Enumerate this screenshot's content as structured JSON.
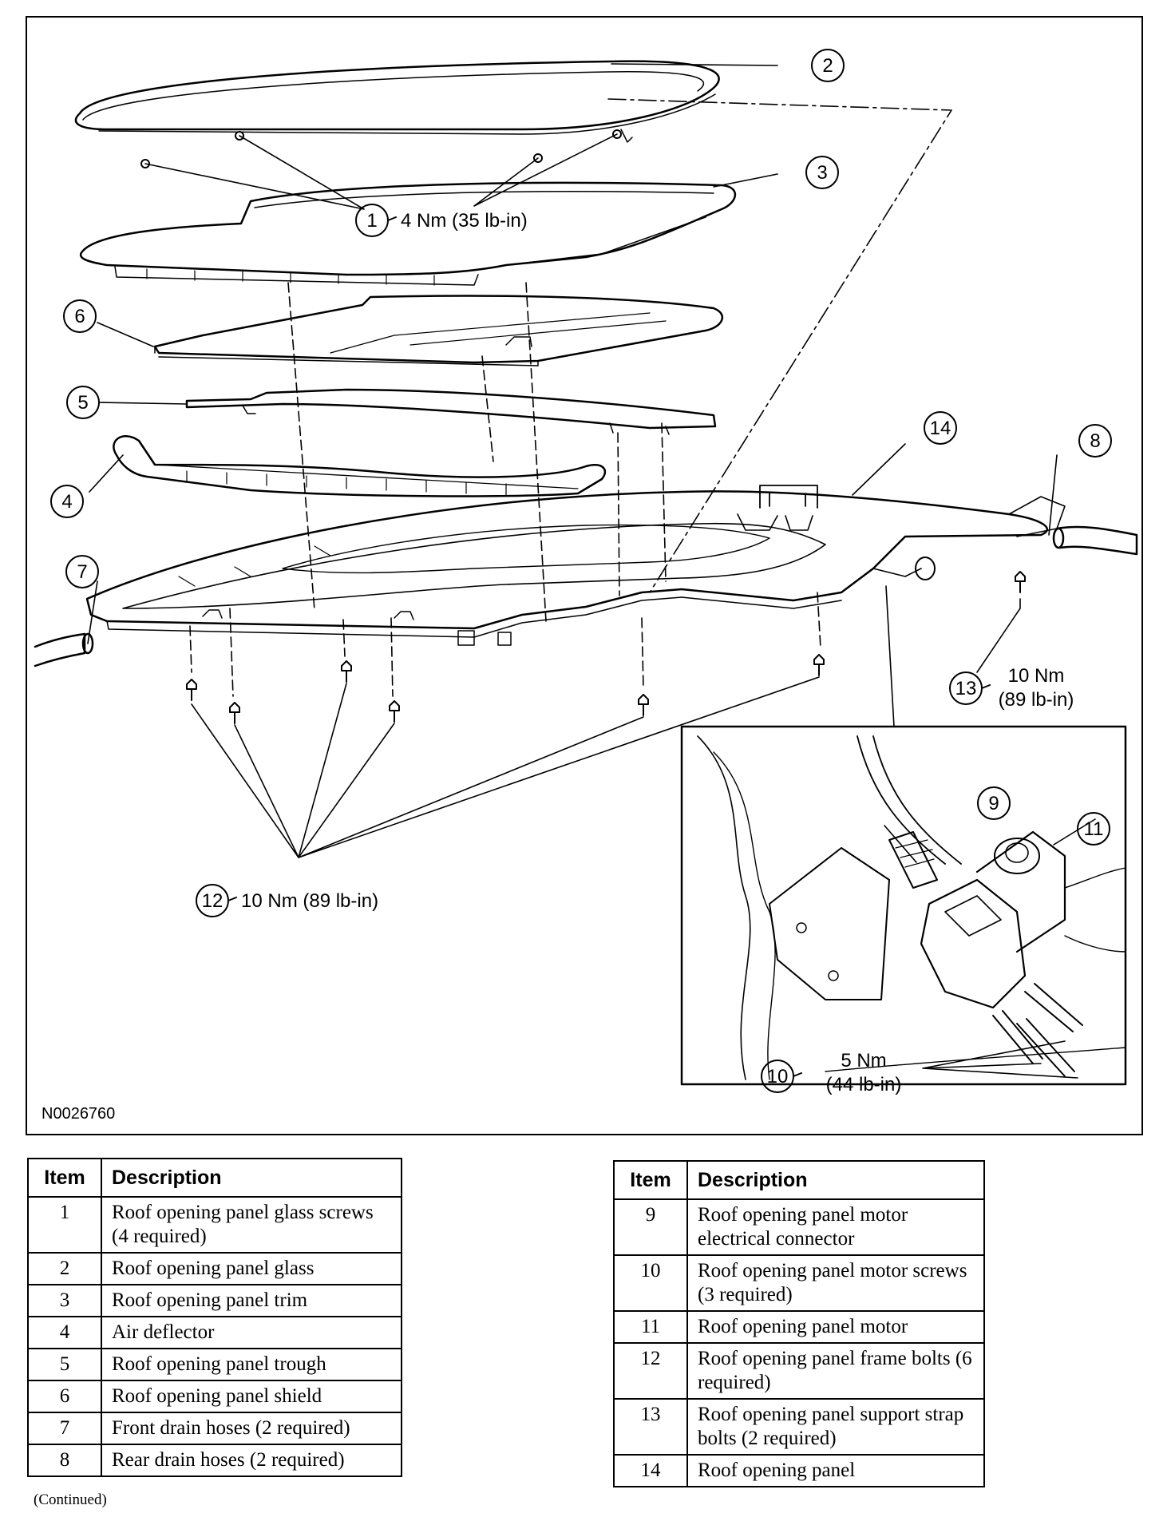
{
  "figure_id": "N0026760",
  "callouts": {
    "c1": "1",
    "c2": "2",
    "c3": "3",
    "c4": "4",
    "c5": "5",
    "c6": "6",
    "c7": "7",
    "c8": "8",
    "c9": "9",
    "c10": "10",
    "c11": "11",
    "c12": "12",
    "c13": "13",
    "c14": "14"
  },
  "torque": {
    "t1": "4 Nm (35 lb-in)",
    "t12": "10 Nm (89 lb-in)",
    "t13_line1": "10 Nm",
    "t13_line2": "(89 lb-in)",
    "t10_line1": "5 Nm",
    "t10_line2": "(44 lb-in)"
  },
  "legend_headers": {
    "item": "Item",
    "description": "Description"
  },
  "legend_left": [
    {
      "item": "1",
      "description": "Roof opening panel glass screws (4 required)"
    },
    {
      "item": "2",
      "description": "Roof opening panel glass"
    },
    {
      "item": "3",
      "description": "Roof opening panel trim"
    },
    {
      "item": "4",
      "description": "Air deflector"
    },
    {
      "item": "5",
      "description": "Roof opening panel trough"
    },
    {
      "item": "6",
      "description": "Roof opening panel shield"
    },
    {
      "item": "7",
      "description": "Front drain hoses (2 required)"
    },
    {
      "item": "8",
      "description": "Rear drain hoses (2 required)"
    }
  ],
  "legend_right": [
    {
      "item": "9",
      "description": "Roof opening panel motor electrical connector"
    },
    {
      "item": "10",
      "description": "Roof opening panel motor screws (3 required)"
    },
    {
      "item": "11",
      "description": "Roof opening panel motor"
    },
    {
      "item": "12",
      "description": "Roof opening panel frame bolts (6 required)"
    },
    {
      "item": "13",
      "description": "Roof opening panel support strap bolts (2 required)"
    },
    {
      "item": "14",
      "description": "Roof opening panel"
    }
  ],
  "continued": "(Continued)"
}
